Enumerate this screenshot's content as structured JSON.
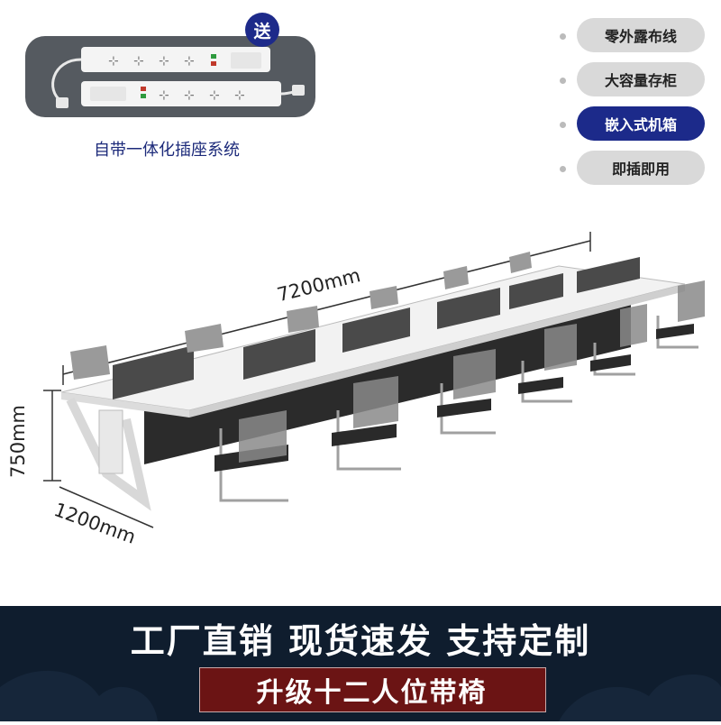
{
  "gift_badge": "送",
  "strip_caption": "自带一体化插座系统",
  "features": [
    {
      "label": "零外露布线",
      "active": false
    },
    {
      "label": "大容量存柜",
      "active": false
    },
    {
      "label": "嵌入式机箱",
      "active": true
    },
    {
      "label": "即插即用",
      "active": false
    }
  ],
  "dimensions": {
    "length": "7200mm",
    "height": "750mm",
    "depth": "1200mm"
  },
  "banner": {
    "headline": "工厂直销 现货速发 支持定制",
    "subline": "升级十二人位带椅"
  },
  "colors": {
    "accent_blue": "#1c2a8a",
    "banner_bg": "#0f1d2e",
    "banner_red": "#6b1414"
  }
}
